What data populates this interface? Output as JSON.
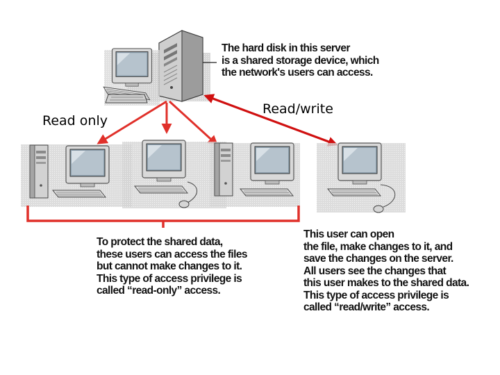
{
  "diagram": {
    "server_caption": [
      "The hard disk in this server",
      "is a shared storage device, which",
      "the network's users can access."
    ],
    "read_only_label": "Read only",
    "read_write_label": "Read/write",
    "read_only_caption": [
      "To protect the shared data,",
      "these users can access the files",
      "but cannot make changes to it.",
      "This type of access privilege is",
      "called “read-only” access."
    ],
    "read_write_caption": [
      "This user can open",
      "the file, make changes to it, and",
      "save the changes on the server.",
      "All users see the changes that",
      "this user makes to the shared data.",
      "This type of access privilege is",
      "called “read/write” access."
    ],
    "icons": {
      "server": "server-tower-icon",
      "workstation": "desktop-computer-icon"
    },
    "colors": {
      "arrow": "#e0302a",
      "read_write_arrow": "#d01010"
    }
  }
}
